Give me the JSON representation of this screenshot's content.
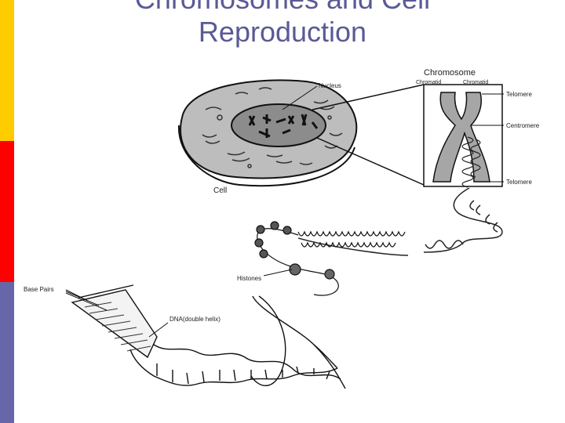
{
  "slide": {
    "title_line1": "Chromosomes and Cell",
    "title_line2": "Reproduction",
    "accent_colors": {
      "yellow": "#ffcc00",
      "red": "#ff0000",
      "blue": "#6666a8",
      "title": "#5a5a96"
    }
  },
  "diagram": {
    "labels": {
      "chromosome": "Chromosome",
      "chromatid_left": "Chromatid",
      "chromatid_right": "Chromatid",
      "nucleus": "Nucleus",
      "telomere_top": "Telomere",
      "centromere": "Centromere",
      "telomere_bottom": "Telomere",
      "cell": "Cell",
      "histones": "Histones",
      "base_pairs": "Base Pairs",
      "dna": "DNA(double helix)"
    }
  }
}
